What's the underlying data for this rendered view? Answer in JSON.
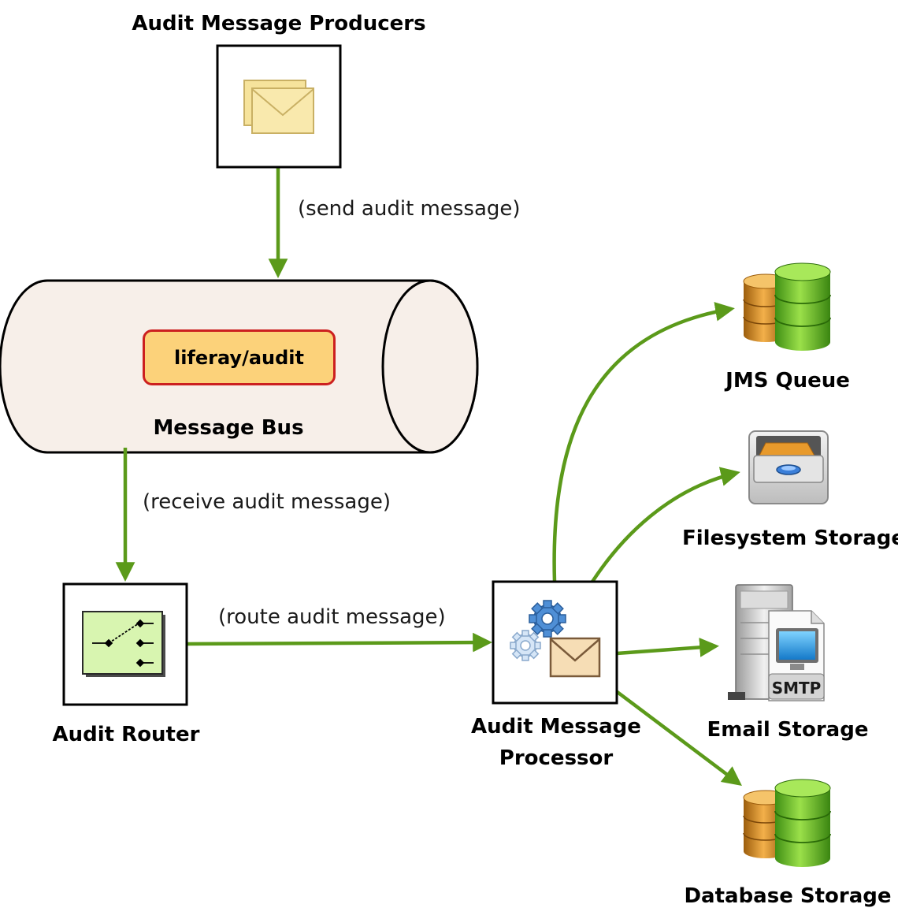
{
  "nodes": {
    "producers": {
      "label": "Audit Message Producers"
    },
    "bus": {
      "label": "Message Bus",
      "topic": "liferay/audit"
    },
    "router": {
      "label": "Audit Router"
    },
    "processor": {
      "label_line1": "Audit Message",
      "label_line2": "Processor"
    },
    "jms": {
      "label": "JMS Queue"
    },
    "filesystem": {
      "label": "Filesystem Storage"
    },
    "email": {
      "label": "Email Storage",
      "badge": "SMTP"
    },
    "database": {
      "label": "Database Storage"
    }
  },
  "edges": {
    "send": "(send audit message)",
    "receive": "(receive audit message)",
    "route": "(route audit message)"
  },
  "colors": {
    "arrow": "#5b9a1a",
    "bus_fill": "#f7efe9",
    "topic_fill": "#fcd27a",
    "topic_border": "#cc1f1f",
    "envelope_fill": "#f9e7a8",
    "switch_fill": "#d8f5b0",
    "db_green": "#5cb52c",
    "db_orange": "#d68a1c"
  },
  "icons": {
    "producers": "envelope-stack-icon",
    "router": "switch-icon",
    "processor": "gears-envelope-icon",
    "jms": "database-icon",
    "filesystem": "file-cabinet-icon",
    "email": "smtp-server-icon",
    "database": "database-icon"
  }
}
